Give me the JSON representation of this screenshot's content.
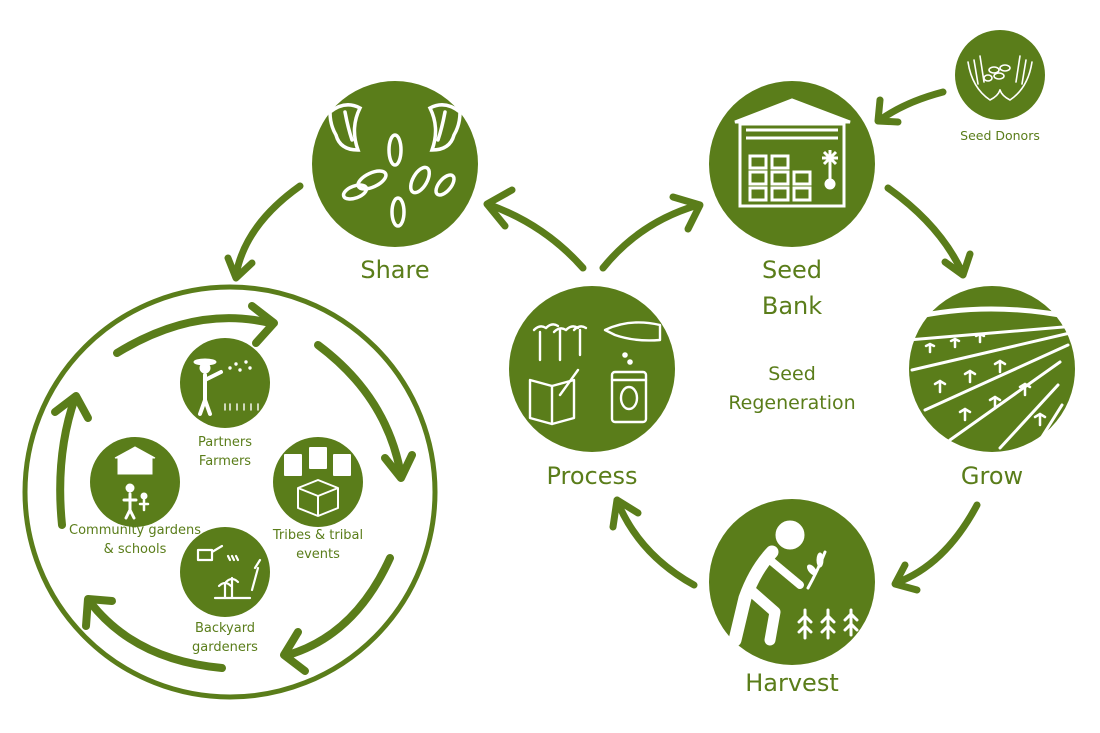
{
  "colors": {
    "green": "#5a7d1a",
    "white": "#ffffff"
  },
  "nodes": {
    "share": {
      "label": "Share",
      "icon": "hands-seeds-icon"
    },
    "seed_bank": {
      "label_line1": "Seed",
      "label_line2": "Bank",
      "icon": "seed-bank-building-icon"
    },
    "seed_donors": {
      "label": "Seed Donors",
      "icon": "cupped-hands-seeds-icon"
    },
    "grow": {
      "label": "Grow",
      "icon": "crop-field-icon"
    },
    "harvest": {
      "label": "Harvest",
      "icon": "person-harvesting-icon"
    },
    "process": {
      "label": "Process",
      "icon": "seedlings-notebook-packet-icon"
    },
    "center": {
      "line1": "Seed",
      "line2": "Regeneration"
    }
  },
  "community": {
    "partners": {
      "line1": "Partners",
      "line2": "Farmers",
      "icon": "farmer-sowing-icon"
    },
    "tribes": {
      "line1": "Tribes & tribal",
      "line2": "events",
      "icon": "seed-packets-box-icon"
    },
    "backyard": {
      "line1": "Backyard",
      "line2": "gardeners",
      "icon": "watering-can-plants-icon"
    },
    "schools": {
      "line1": "Community gardens",
      "line2": "& schools",
      "icon": "school-family-icon"
    }
  }
}
